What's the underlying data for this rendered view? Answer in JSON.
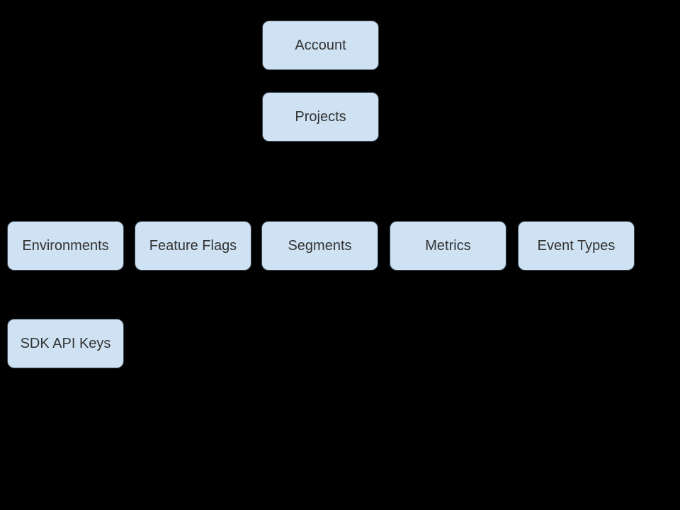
{
  "diagram": {
    "background_color": "#000000",
    "node_fill_color": "#cfe2f3",
    "node_text_color": "#333333",
    "nodes": {
      "account": {
        "label": "Account"
      },
      "projects": {
        "label": "Projects"
      },
      "environments": {
        "label": "Environments"
      },
      "feature_flags": {
        "label": "Feature Flags"
      },
      "segments": {
        "label": "Segments"
      },
      "metrics": {
        "label": "Metrics"
      },
      "event_types": {
        "label": "Event Types"
      },
      "sdk_api_keys": {
        "label": "SDK API Keys"
      }
    }
  }
}
